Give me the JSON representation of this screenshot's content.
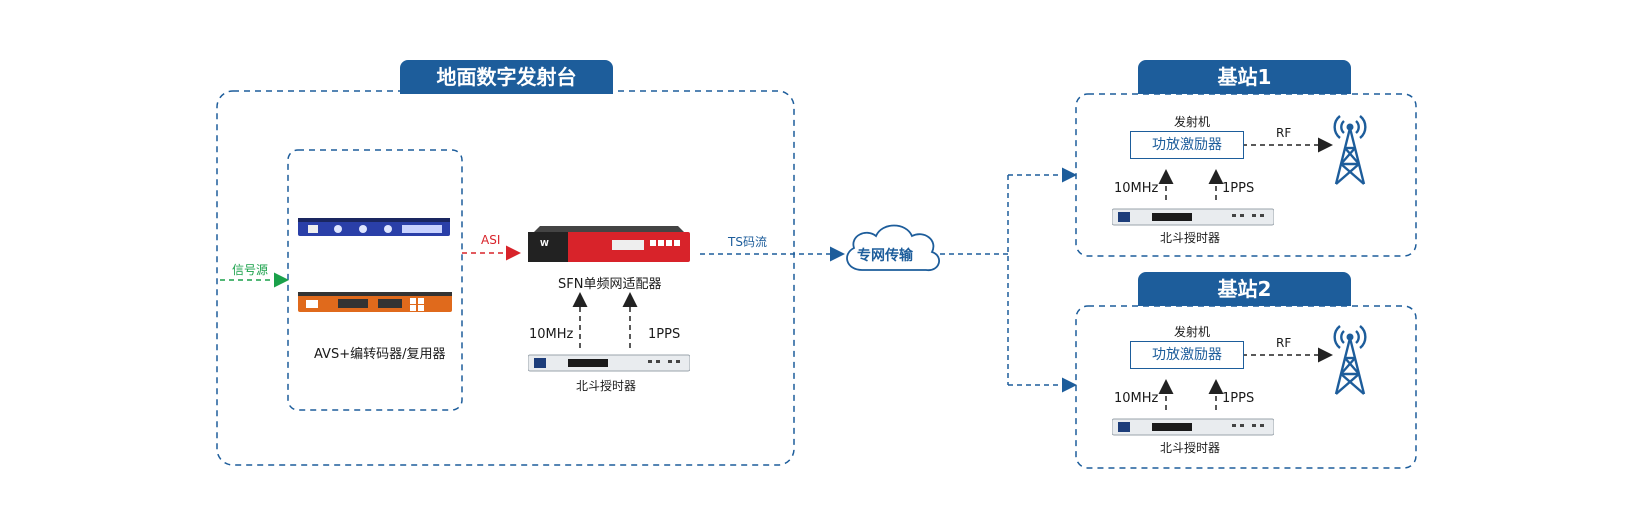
{
  "station": {
    "title": "地面数字发射台"
  },
  "signal_source": {
    "label": "信号源",
    "color": "#1aa14a"
  },
  "encoder": {
    "caption": "AVS+编转码器/复用器"
  },
  "asi": {
    "label": "ASI",
    "color": "#d8232a"
  },
  "adapter": {
    "caption": "SFN单频网适配器"
  },
  "left_timing": {
    "ref_10m": "10MHz",
    "pps": "1PPS",
    "caption": "北斗授时器"
  },
  "ts_stream": {
    "label": "TS码流"
  },
  "cloud": {
    "label": "专网传输"
  },
  "base1": {
    "title": "基站1",
    "transmitter_label": "发射机",
    "amp_label": "功放激励器",
    "rf_label": "RF",
    "ref_10m": "10MHz",
    "pps": "1PPS",
    "timing_caption": "北斗授时器"
  },
  "base2": {
    "title": "基站2",
    "transmitter_label": "发射机",
    "amp_label": "功放激励器",
    "rf_label": "RF",
    "ref_10m": "10MHz",
    "pps": "1PPS",
    "timing_caption": "北斗授时器"
  },
  "colors": {
    "accent": "#1d5d9b",
    "dark": "#222222"
  }
}
